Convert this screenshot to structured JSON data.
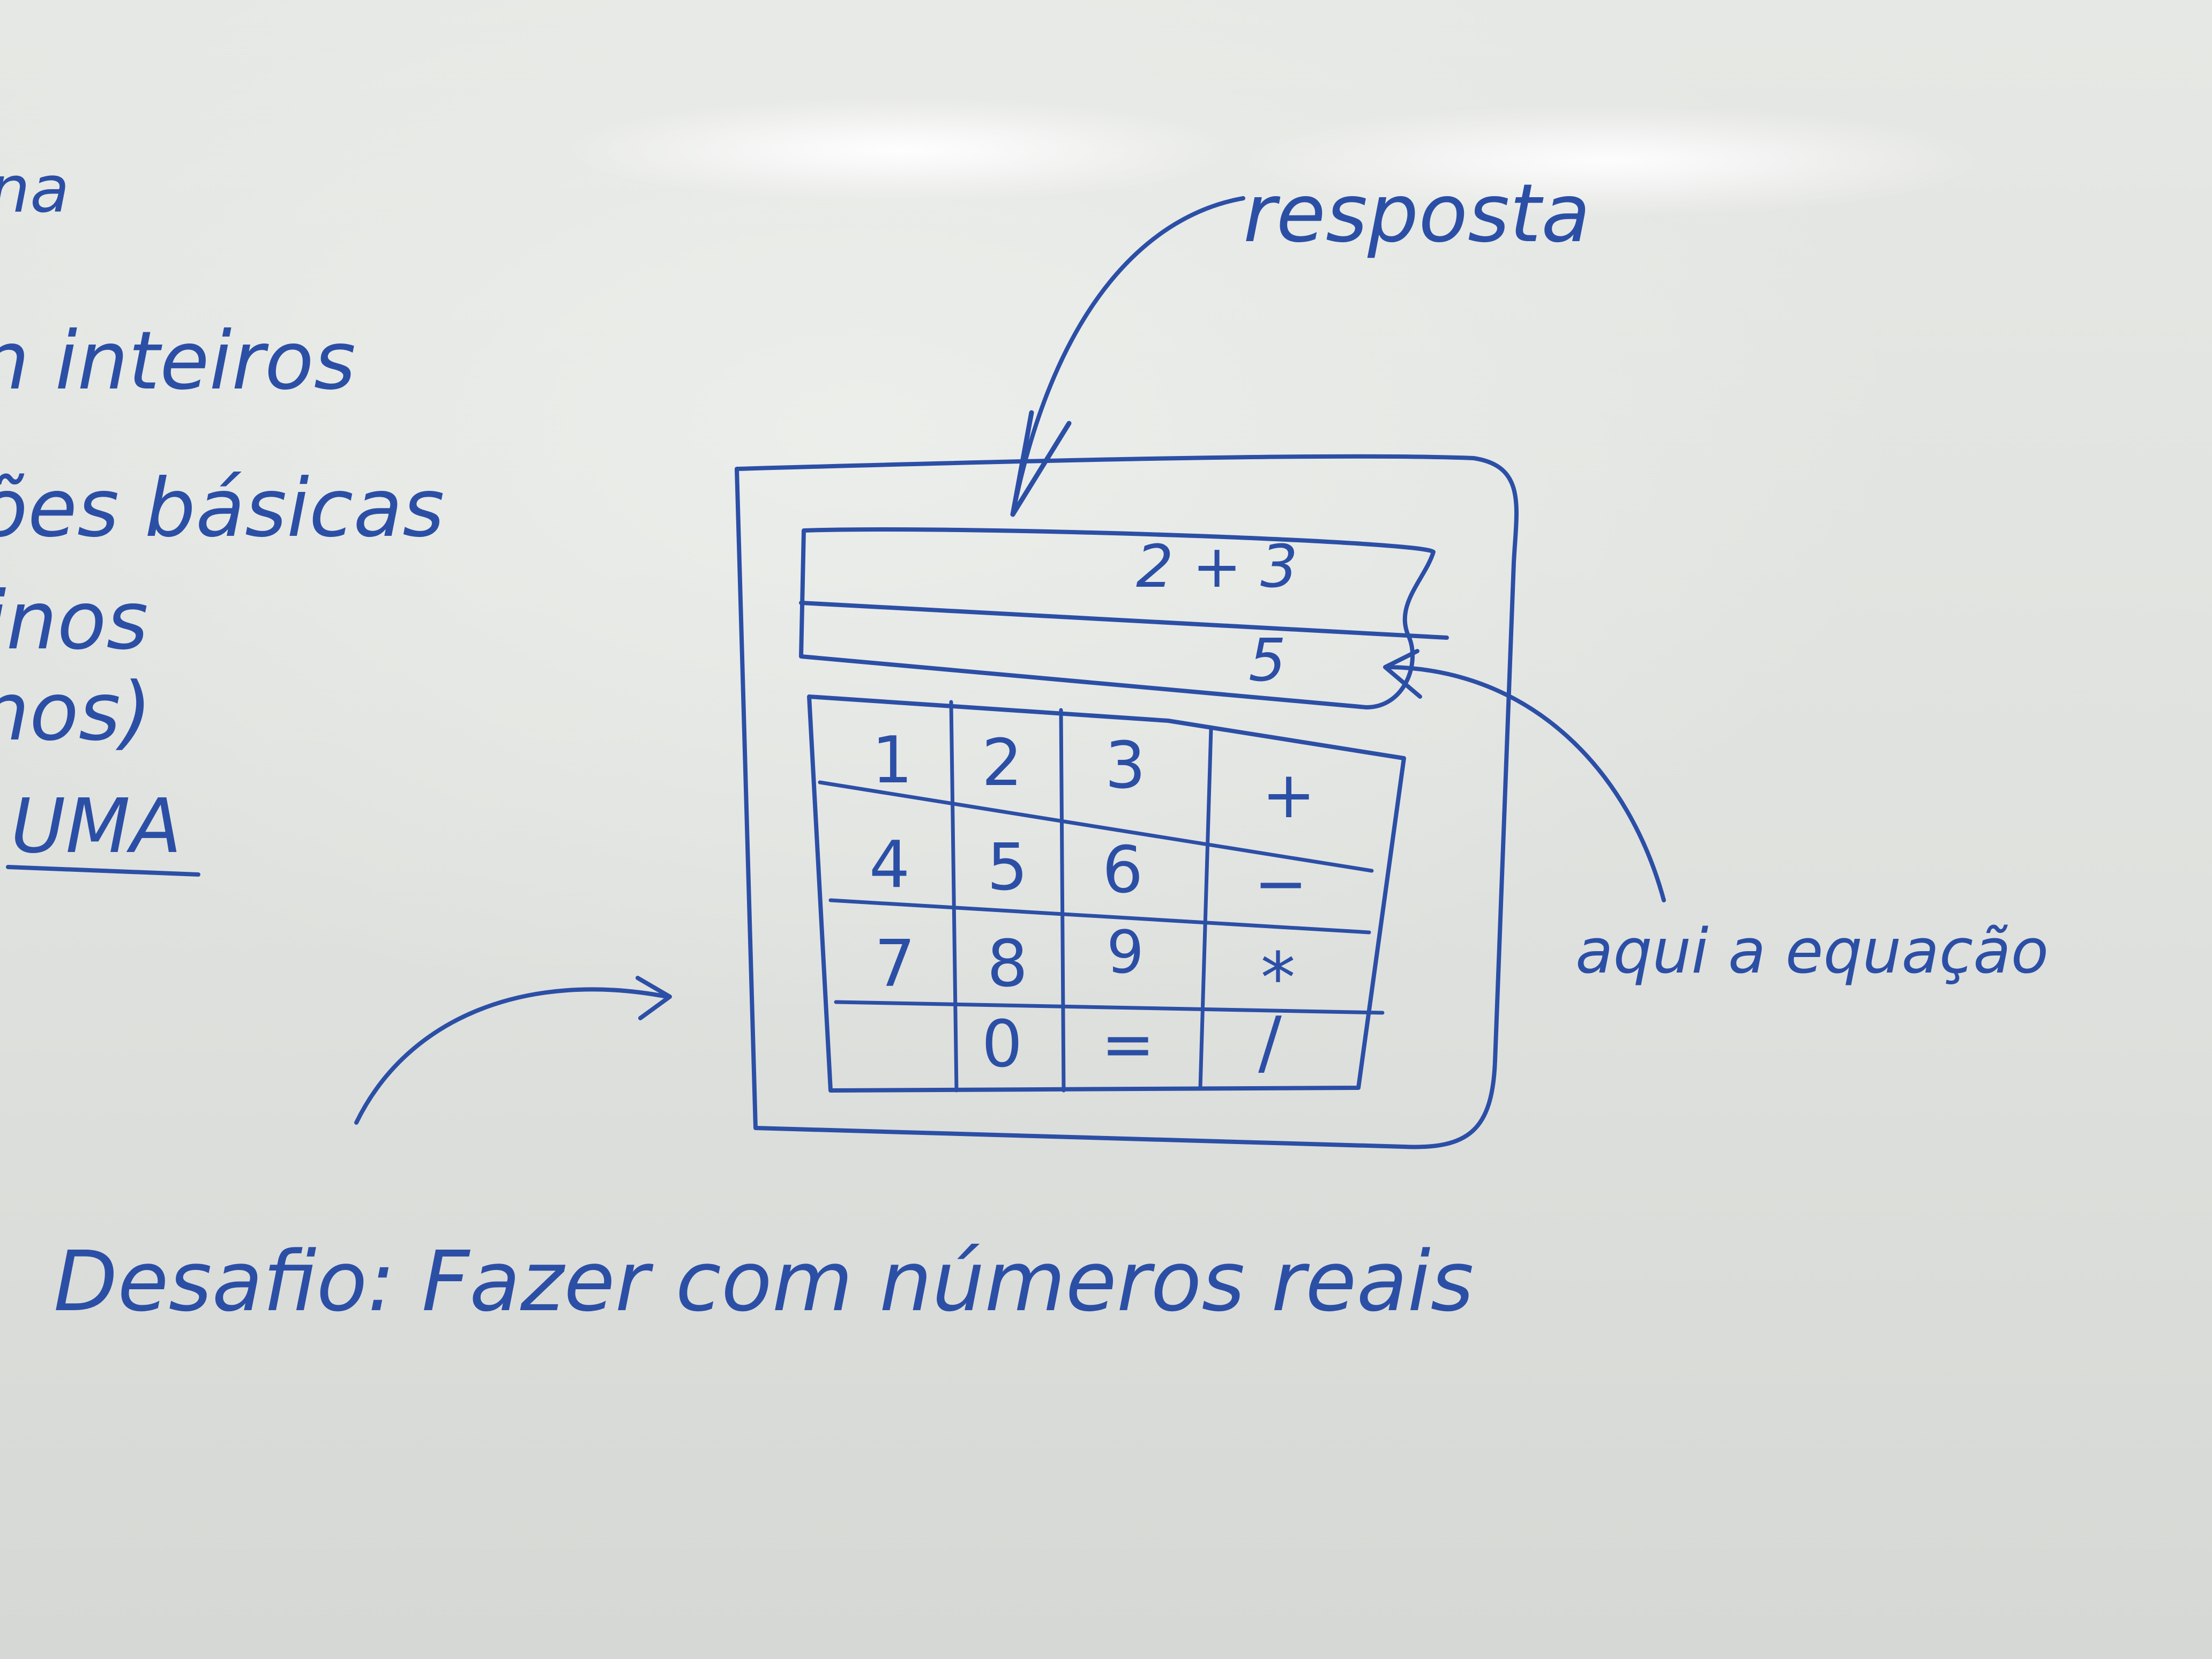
{
  "left_notes": [
    "na",
    "n inteiros",
    "ões básicas",
    "inos",
    "nos)",
    "UMA"
  ],
  "labels": {
    "resposta": "resposta",
    "equacao": "aqui a equação",
    "desafio": "Desafio: Fazer com números reais"
  },
  "calculator": {
    "equation": "2 + 3",
    "result": "5",
    "keys": [
      [
        "1",
        "2",
        "3",
        "+"
      ],
      [
        "4",
        "5",
        "6",
        "−"
      ],
      [
        "7",
        "8",
        "9",
        "*"
      ],
      [
        "",
        "0",
        "=",
        "/"
      ]
    ]
  },
  "colors": {
    "ink": "#2c4fa6",
    "board": "#e3e5e2"
  }
}
